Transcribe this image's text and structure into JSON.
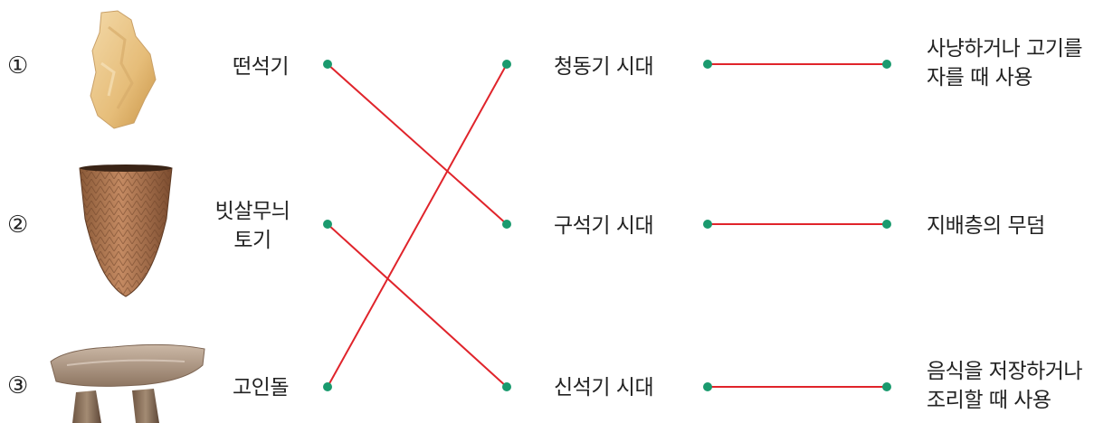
{
  "colors": {
    "line": "#e0242b",
    "dot": "#1a9a6e",
    "text": "#222222"
  },
  "rows": [
    {
      "number": "①",
      "artifact": "떤석기",
      "image": "chipped-stone-tool-photo"
    },
    {
      "number": "②",
      "artifact": [
        "빗살무늬",
        "토기"
      ],
      "image": "comb-pattern-pottery-photo"
    },
    {
      "number": "③",
      "artifact": "고인돌",
      "image": "dolmen-photo"
    }
  ],
  "eras": [
    "청동기 시대",
    "구석기 시대",
    "신석기 시대"
  ],
  "uses": [
    [
      "사냥하거나 고기를",
      "자를 때 사용"
    ],
    [
      "지배층의 무덤"
    ],
    [
      "음식을 저장하거나",
      "조리할 때 사용"
    ]
  ],
  "connections": {
    "artifact_to_era": [
      [
        0,
        1
      ],
      [
        1,
        2
      ],
      [
        2,
        0
      ]
    ],
    "era_to_use": [
      [
        0,
        0
      ],
      [
        1,
        1
      ],
      [
        2,
        2
      ]
    ]
  }
}
